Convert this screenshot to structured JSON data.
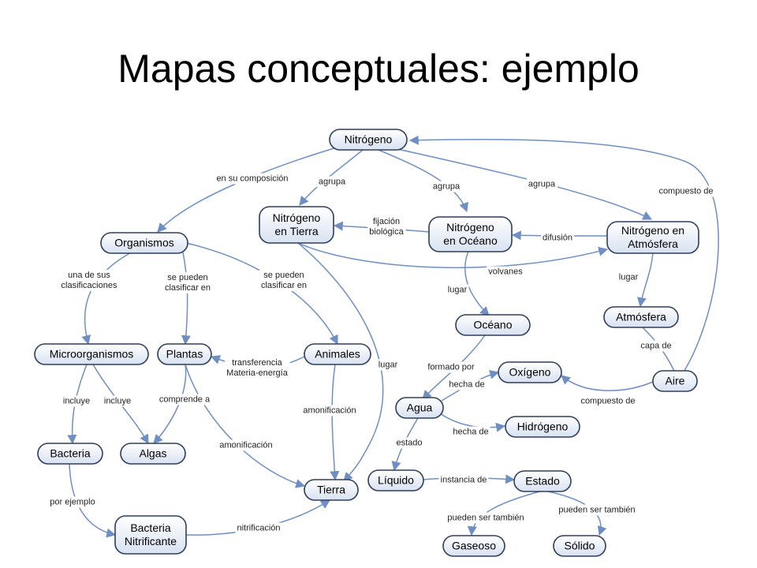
{
  "title": "Mapas conceptuales: ejemplo",
  "colors": {
    "node_fill_top": "#ffffff",
    "node_fill_bottom": "#d8e2f2",
    "node_border": "#2f3e5b",
    "edge": "#6f8fc4"
  },
  "nodes": {
    "nitrogeno": [
      "Nitrógeno"
    ],
    "nitrogeno_tierra": [
      "Nitrógeno",
      "en Tierra"
    ],
    "nitrogeno_oceano": [
      "Nitrógeno",
      "en Océano"
    ],
    "nitrogeno_atmosfera": [
      "Nitrógeno en",
      "Atmósfera"
    ],
    "organismos": [
      "Organismos"
    ],
    "oceano": [
      "Océano"
    ],
    "atmosfera": [
      "Atmósfera"
    ],
    "microorganismos": [
      "Microorganismos"
    ],
    "plantas": [
      "Plantas"
    ],
    "animales": [
      "Animales"
    ],
    "oxigeno": [
      "Oxígeno"
    ],
    "aire": [
      "Aire"
    ],
    "agua": [
      "Agua"
    ],
    "hidrogeno": [
      "Hidrógeno"
    ],
    "bacteria": [
      "Bacteria"
    ],
    "algas": [
      "Algas"
    ],
    "liquido": [
      "Líquido"
    ],
    "estado": [
      "Estado"
    ],
    "tierra": [
      "Tierra"
    ],
    "bacteria_nitrificante": [
      "Bacteria",
      "Nitrificante"
    ],
    "gaseoso": [
      "Gaseoso"
    ],
    "solido": [
      "Sólido"
    ]
  },
  "edge_labels": {
    "en_su_composicion": [
      "en su composición"
    ],
    "agrupa_1": [
      "agrupa"
    ],
    "agrupa_2": [
      "agrupa"
    ],
    "agrupa_3": [
      "agrupa"
    ],
    "compuesto_de_1": [
      "compuesto de"
    ],
    "fijacion_biologica": [
      "fijación",
      "biológica"
    ],
    "difusion": [
      "difusión"
    ],
    "volvanes": [
      "volvanes"
    ],
    "una_de_sus": [
      "una de sus",
      "clasificaciones"
    ],
    "se_pueden_1": [
      "se pueden",
      "clasificar en"
    ],
    "se_pueden_2": [
      "se pueden",
      "clasificar en"
    ],
    "lugar_1": [
      "lugar"
    ],
    "lugar_2": [
      "lugar"
    ],
    "lugar_3": [
      "lugar"
    ],
    "capa_de": [
      "capa de"
    ],
    "transferencia": [
      "transferencia",
      "Materia-energía"
    ],
    "formado_por": [
      "formado por"
    ],
    "hecha_de_1": [
      "hecha de"
    ],
    "hecha_de_2": [
      "hecha de"
    ],
    "compuesto_de_2": [
      "compuesto de"
    ],
    "incluye_1": [
      "incluye"
    ],
    "incluye_2": [
      "incluye"
    ],
    "comprende_a": [
      "comprende a"
    ],
    "amonificacion_1": [
      "amonificación"
    ],
    "amonificacion_2": [
      "amonificación"
    ],
    "estado_lbl": [
      "estado"
    ],
    "instancia_de": [
      "instancia de"
    ],
    "por_ejemplo": [
      "por ejemplo"
    ],
    "nitrificacion": [
      "nitrificación"
    ],
    "pueden_ser_1": [
      "pueden ser también"
    ],
    "pueden_ser_2": [
      "pueden ser también"
    ]
  }
}
